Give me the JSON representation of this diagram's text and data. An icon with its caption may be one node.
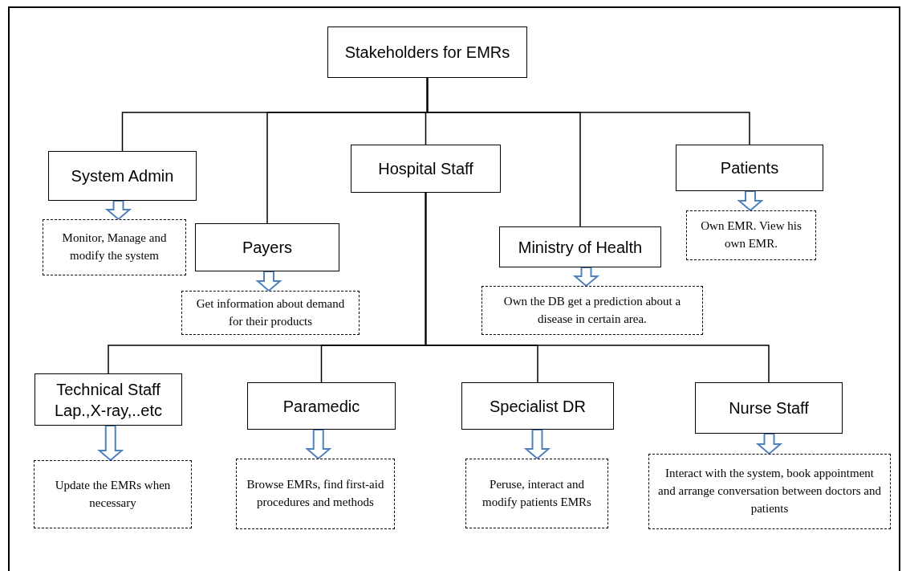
{
  "diagram": {
    "nodes": [
      {
        "text": [
          "Stakeholders for EMRs"
        ]
      },
      {
        "text": [
          "System Admin"
        ]
      },
      {
        "text": [
          "Payers"
        ]
      },
      {
        "text": [
          "Hospital Staff"
        ]
      },
      {
        "text": [
          "Ministry of Health"
        ]
      },
      {
        "text": [
          "Patients"
        ]
      },
      {
        "text": [
          "Monitor, Manage and modify the system"
        ]
      },
      {
        "text": [
          "Get information about demand for their products"
        ]
      },
      {
        "text": [
          "Own the DB get a prediction about a disease in certain area."
        ]
      },
      {
        "text": [
          "Own EMR. View his own EMR."
        ]
      },
      {
        "text": [
          "Technical Staff",
          "Lap.,X-ray,..etc"
        ]
      },
      {
        "text": [
          "Paramedic"
        ]
      },
      {
        "text": [
          "Specialist DR"
        ]
      },
      {
        "text": [
          "Nurse Staff"
        ]
      },
      {
        "text": [
          "Update the EMRs when necessary"
        ]
      },
      {
        "text": [
          "Browse EMRs, find first-aid procedures and methods"
        ]
      },
      {
        "text": [
          "Peruse, interact and modify patients EMRs"
        ]
      },
      {
        "text": [
          "Interact with the system, book appointment and arrange conversation between doctors and patients"
        ]
      }
    ],
    "edges": [
      {
        "from": 0,
        "to": 1,
        "arrow": "none"
      },
      {
        "from": 0,
        "to": 2,
        "arrow": "none"
      },
      {
        "from": 0,
        "to": 3,
        "arrow": "none"
      },
      {
        "from": 0,
        "to": 4,
        "arrow": "none"
      },
      {
        "from": 0,
        "to": 5,
        "arrow": "none"
      },
      {
        "from": 1,
        "to": 6,
        "arrow": "to",
        "color": "#4f81bd"
      },
      {
        "from": 2,
        "to": 7,
        "arrow": "to",
        "color": "#4f81bd"
      },
      {
        "from": 4,
        "to": 8,
        "arrow": "to",
        "color": "#4f81bd"
      },
      {
        "from": 5,
        "to": 9,
        "arrow": "to",
        "color": "#4f81bd"
      },
      {
        "from": 3,
        "to": 10,
        "arrow": "none"
      },
      {
        "from": 3,
        "to": 11,
        "arrow": "none"
      },
      {
        "from": 3,
        "to": 12,
        "arrow": "none"
      },
      {
        "from": 3,
        "to": 13,
        "arrow": "none"
      },
      {
        "from": 10,
        "to": 14,
        "arrow": "to",
        "color": "#4f81bd"
      },
      {
        "from": 11,
        "to": 15,
        "arrow": "to",
        "color": "#4f81bd"
      },
      {
        "from": 12,
        "to": 16,
        "arrow": "to",
        "color": "#4f81bd"
      },
      {
        "from": 13,
        "to": 17,
        "arrow": "to",
        "color": "#4f81bd"
      }
    ]
  }
}
